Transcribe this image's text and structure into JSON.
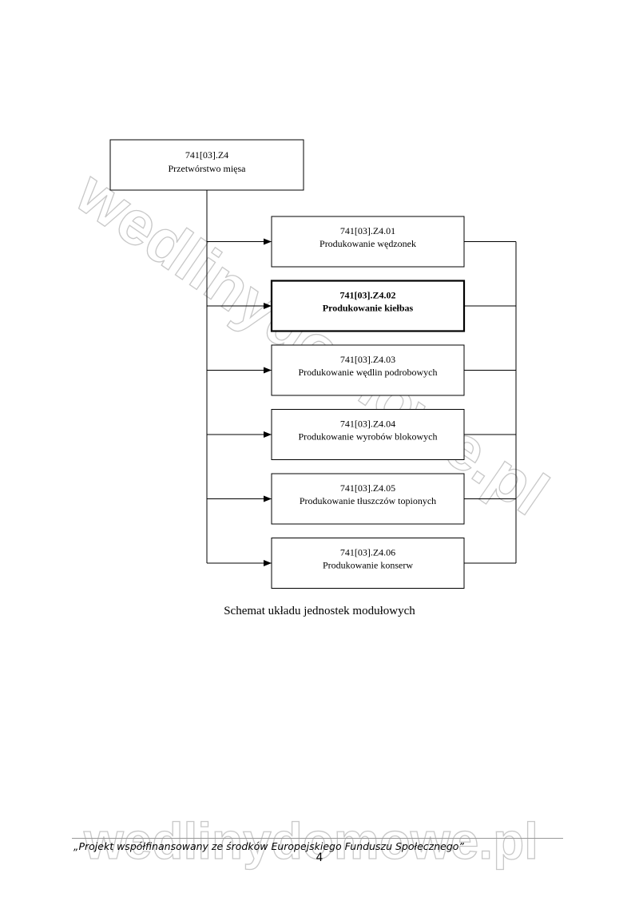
{
  "root": {
    "code": "741[03].Z4",
    "title": "Przetwórstwo mięsa"
  },
  "modules": [
    {
      "code": "741[03].Z4.01",
      "title": "Produkowanie wędzonek",
      "highlighted": false
    },
    {
      "code": "741[03].Z4.02",
      "title": "Produkowanie kiełbas",
      "highlighted": true
    },
    {
      "code": "741[03].Z4.03",
      "title": "Produkowanie wędlin podrobowych",
      "highlighted": false
    },
    {
      "code": "741[03].Z4.04",
      "title": "Produkowanie wyrobów blokowych",
      "highlighted": false
    },
    {
      "code": "741[03].Z4.05",
      "title": "Produkowanie tłuszczów topionych",
      "highlighted": false
    },
    {
      "code": "741[03].Z4.06",
      "title": "Produkowanie konserw",
      "highlighted": false
    }
  ],
  "caption": "Schemat układu jednostek modułowych",
  "footer": {
    "text": "„Projekt współfinansowany ze środków Europejskiego Funduszu Społecznego”",
    "page_number": "4"
  },
  "watermark": "wedlinydomowe.pl"
}
